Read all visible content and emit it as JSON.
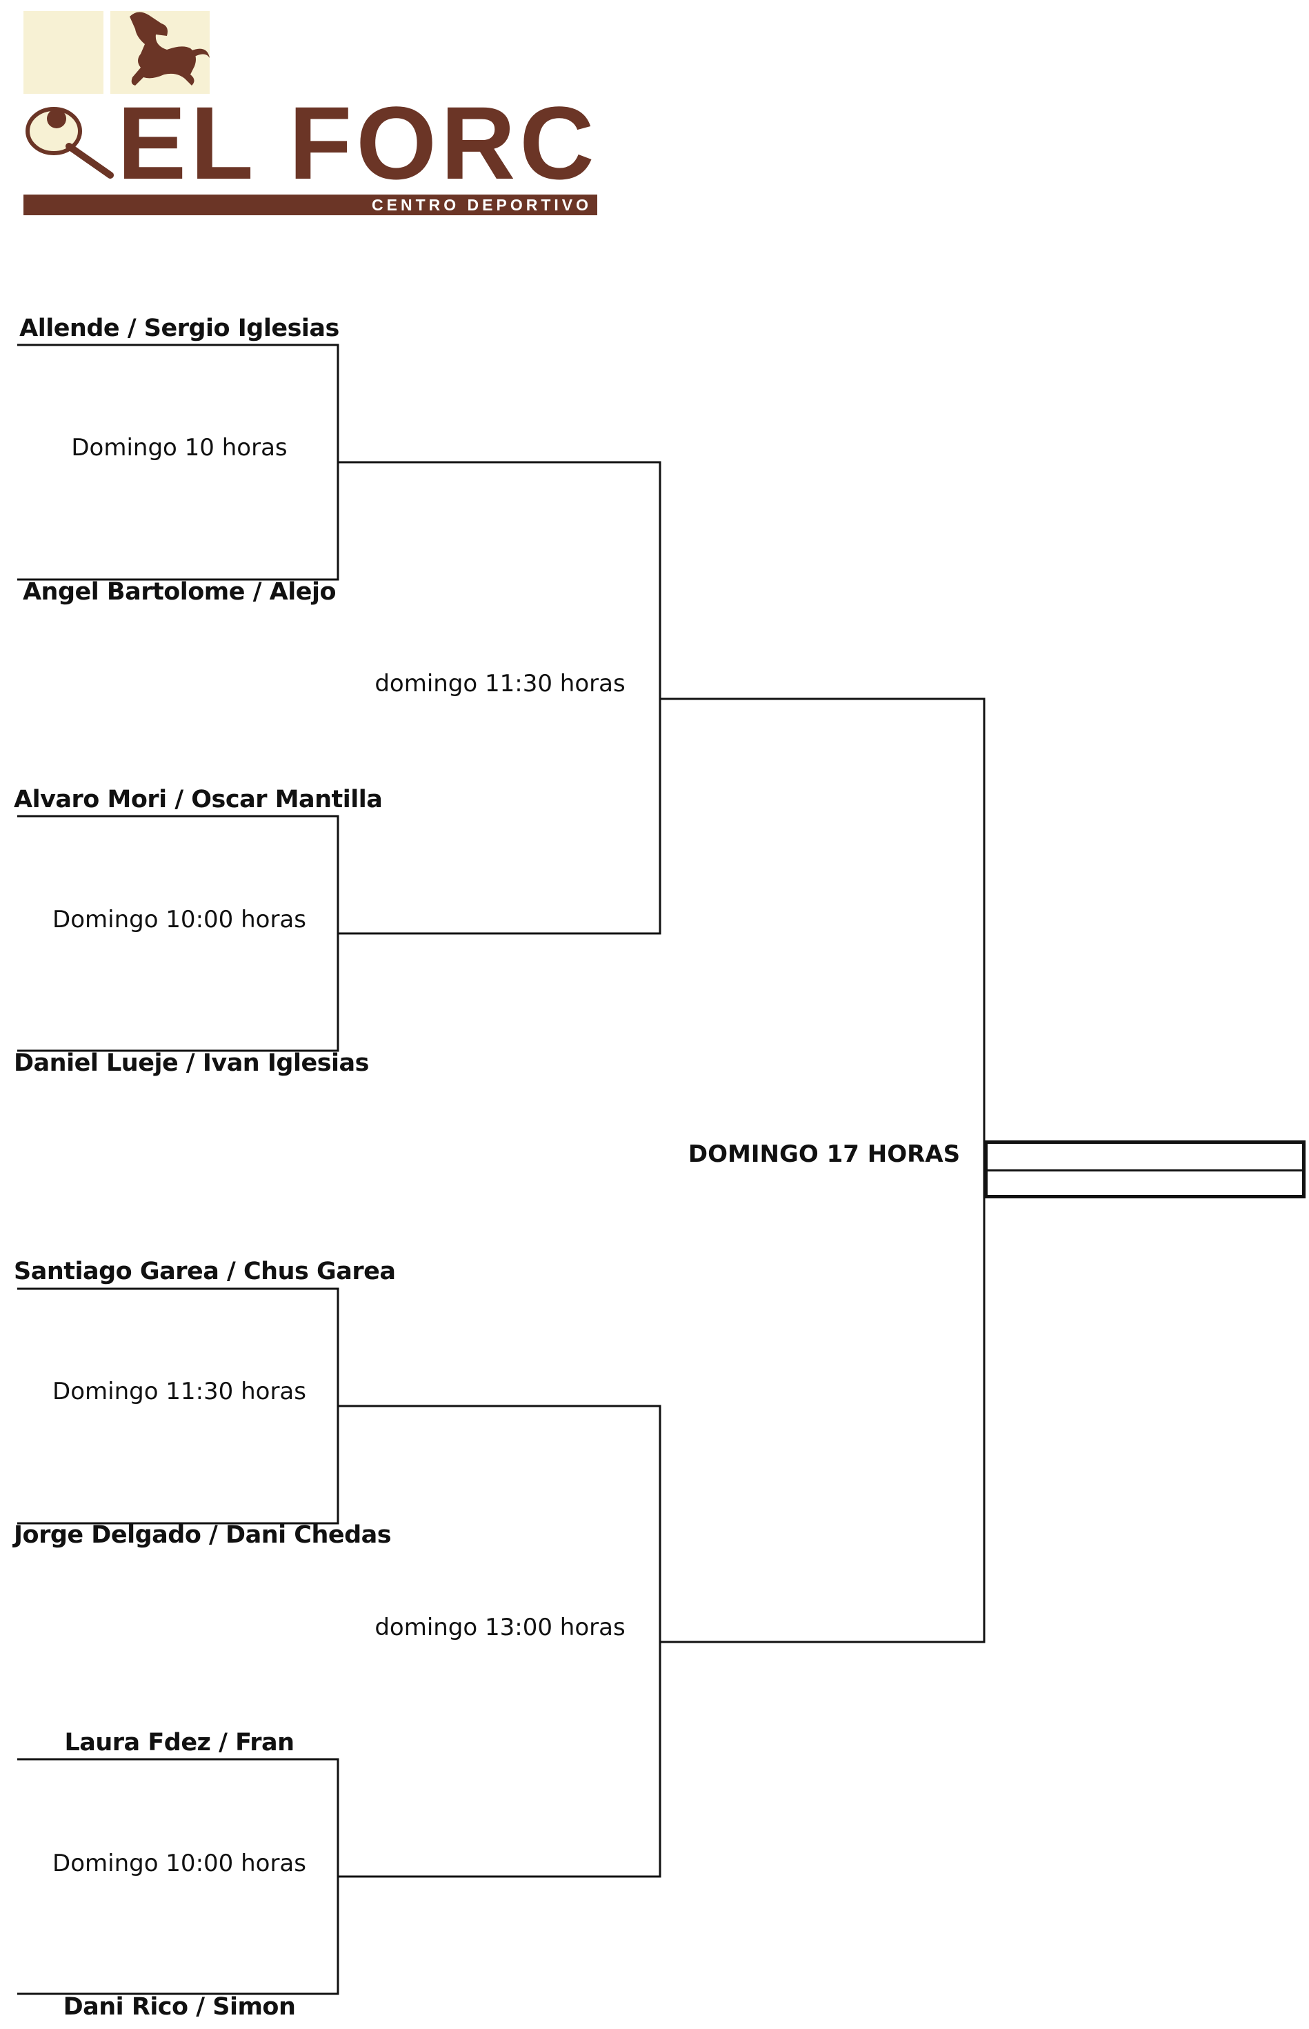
{
  "logo": {
    "brand_name": "EL FORCÓN",
    "tagline": "CENTRO DEPORTIVO",
    "icons": [
      "horse-icon",
      "padel-racket-icon"
    ],
    "colors": {
      "brand_brown": "#6b3526",
      "cream": "#f7f1d4"
    }
  },
  "bracket": {
    "round1": [
      {
        "team_top": "Allende / Sergio Iglesias",
        "team_bottom": "Angel Bartolome / Alejo",
        "time": "Domingo 10 horas"
      },
      {
        "team_top": "Alvaro Mori / Oscar Mantilla",
        "team_bottom": "Daniel Lueje / Ivan Iglesias",
        "time": "Domingo 10:00 horas"
      },
      {
        "team_top": "Santiago Garea / Chus Garea",
        "team_bottom": "Jorge Delgado / Dani Chedas",
        "time": "Domingo 11:30 horas"
      },
      {
        "team_top": "Laura Fdez / Fran",
        "team_bottom": "Dani Rico / Simon",
        "time": "Domingo 10:00 horas"
      }
    ],
    "round2": [
      {
        "time": "domingo 11:30 horas"
      },
      {
        "time": "domingo 13:00 horas"
      }
    ],
    "final": {
      "time": "DOMINGO 17 HORAS",
      "winner": ""
    }
  }
}
